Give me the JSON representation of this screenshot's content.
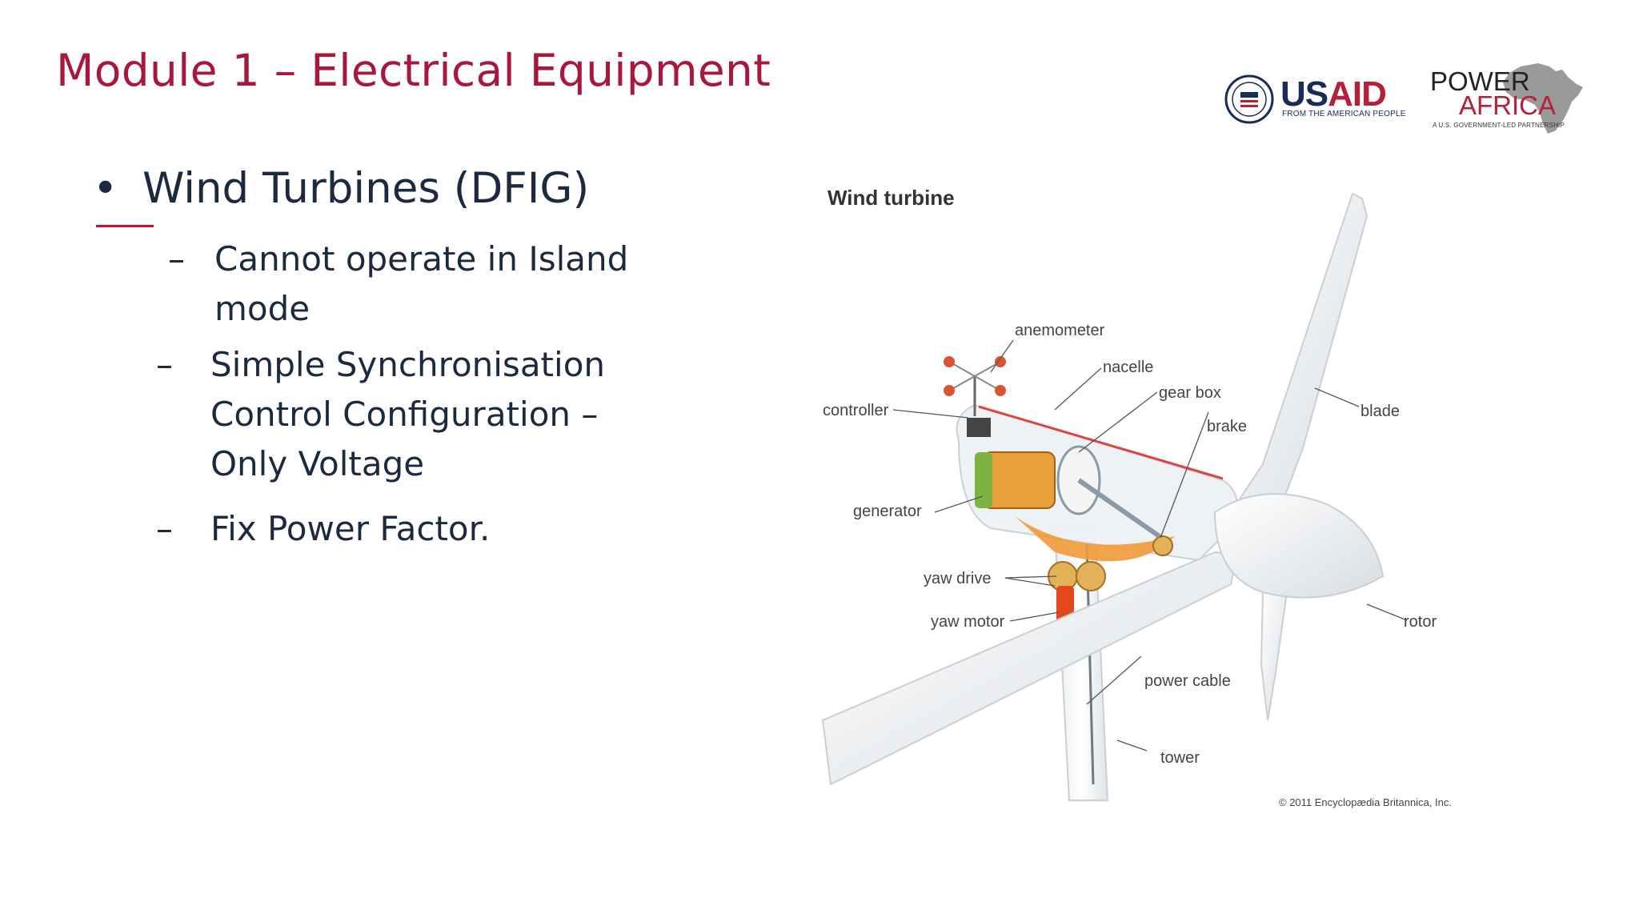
{
  "slide": {
    "title": "Module 1 – Electrical Equipment"
  },
  "logos": {
    "usaid": {
      "us": "US",
      "aid": "AID",
      "tagline": "FROM THE AMERICAN PEOPLE",
      "icon": "usaid-seal-icon"
    },
    "power_africa": {
      "power": "POWER",
      "africa": "AFRICA",
      "tagline": "A U.S. GOVERNMENT-LED PARTNERSHIP",
      "icon": "africa-map-icon"
    },
    "colors": {
      "navy": "#1a2b58",
      "red": "#b5213b"
    }
  },
  "content": {
    "bullet_symbol": "•",
    "dash_symbol": "–",
    "heading": "Wind Turbines (DFIG)",
    "points": [
      "Cannot operate in Island mode",
      "Simple Synchronisation Control Configuration – Only Voltage",
      "Fix Power Factor."
    ]
  },
  "figure": {
    "title": "Wind turbine",
    "labels": {
      "anemometer": "anemometer",
      "nacelle": "nacelle",
      "controller": "controller",
      "gear_box": "gear box",
      "brake": "brake",
      "blade": "blade",
      "generator": "generator",
      "yaw_drive": "yaw drive",
      "yaw_motor": "yaw motor",
      "rotor": "rotor",
      "power_cable": "power cable",
      "tower": "tower"
    },
    "copyright": "© 2011 Encyclopædia Britannica, Inc."
  },
  "colors": {
    "title": "#a8183c",
    "text": "#1c2a40",
    "accent_underline": "#c8102e"
  }
}
